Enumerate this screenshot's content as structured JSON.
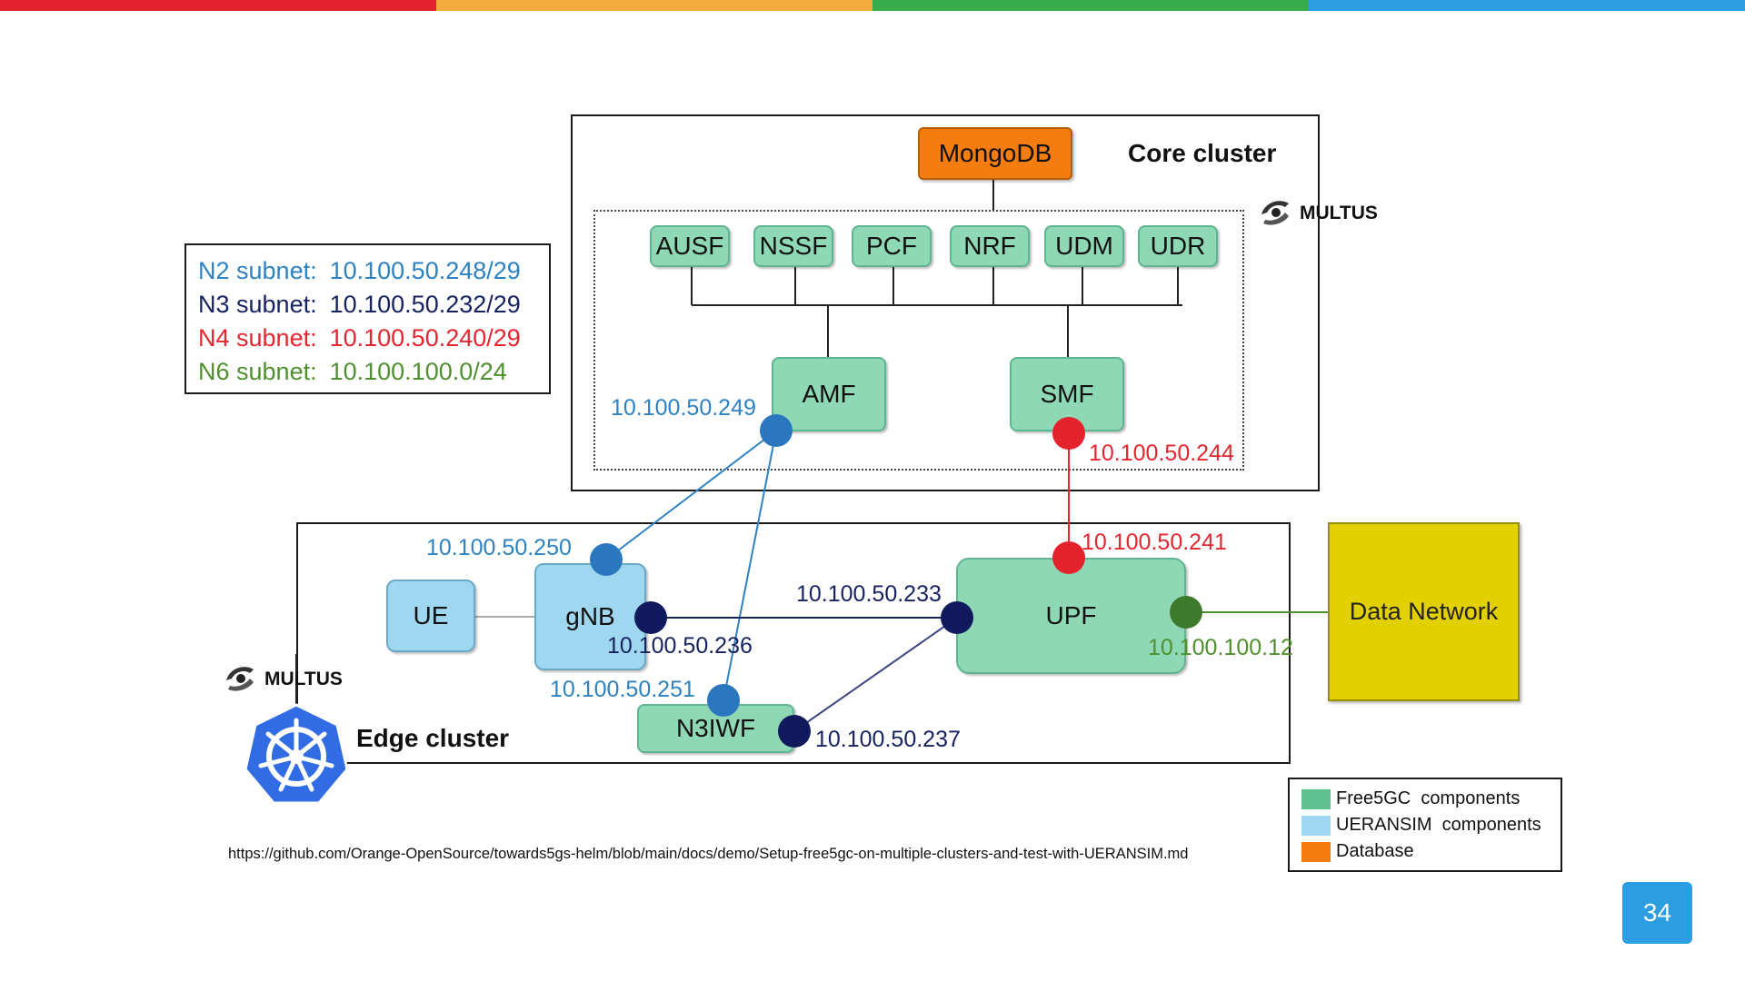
{
  "colors": {
    "top_bar": [
      "#e2222f",
      "#f3ac3c",
      "#38ab4a",
      "#2b9de0"
    ],
    "n2": "#2f82c1",
    "n3": "#17225f",
    "n4": "#e32630",
    "n6": "#4f8f2f",
    "free5gc": "#8fd8b5",
    "ueransim": "#9fd7f0",
    "database": "#f57d0f",
    "data_network": "#e3d000",
    "page_number_bg": "#2b9de0"
  },
  "subnets": [
    {
      "label": "N2 subnet:",
      "value": "10.100.50.248/29"
    },
    {
      "label": "N3 subnet:",
      "value": "10.100.50.232/29"
    },
    {
      "label": "N4 subnet:",
      "value": "10.100.50.240/29"
    },
    {
      "label": "N6 subnet:",
      "value": "10.100.100.0/24"
    }
  ],
  "core": {
    "title": "Core cluster",
    "mongodb": "MongoDB",
    "nfs": [
      "AUSF",
      "NSSF",
      "PCF",
      "NRF",
      "UDM",
      "UDR"
    ],
    "amf": "AMF",
    "smf": "SMF",
    "multus": "MULTUS"
  },
  "edge": {
    "title": "Edge cluster",
    "ue": "UE",
    "gnb": "gNB",
    "n3iwf": "N3IWF",
    "upf": "UPF",
    "multus": "MULTUS"
  },
  "data_network": "Data Network",
  "ips": {
    "amf": "10.100.50.249",
    "smf": "10.100.50.244",
    "gnb_n2": "10.100.50.250",
    "gnb_n3": "10.100.50.236",
    "n3iwf_n2": "10.100.50.251",
    "n3iwf_n3": "10.100.50.237",
    "upf_n3": "10.100.50.233",
    "upf_n4": "10.100.50.241",
    "upf_n6": "10.100.100.12"
  },
  "legend": [
    {
      "label": "Free5GC  components",
      "color": "#5dc08e"
    },
    {
      "label": "UERANSIM  components",
      "color": "#9fd7f0"
    },
    {
      "label": "Database",
      "color": "#f57d0f"
    }
  ],
  "source_url": "https://github.com/Orange-OpenSource/towards5gs-helm/blob/main/docs/demo/Setup-free5gc-on-multiple-clusters-and-test-with-UERANSIM.md",
  "page_number": "34"
}
